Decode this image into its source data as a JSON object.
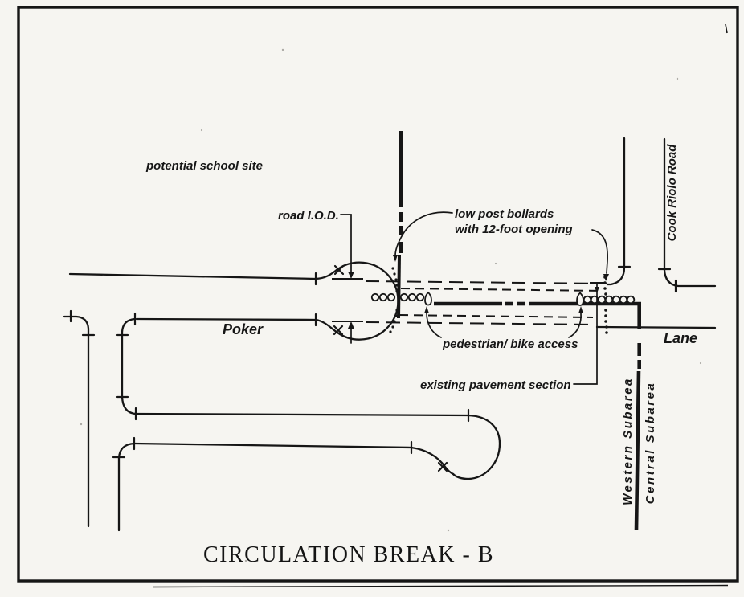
{
  "figure": {
    "title": "CIRCULATION BREAK - B",
    "labels": {
      "potential_school_site": "potential school site",
      "road_iod": "road I.O.D.",
      "low_post_bollards_line1": "low post bollards",
      "low_post_bollards_line2": "with 12-foot opening",
      "pedestrian_bike_access": "pedestrian/ bike access",
      "existing_pavement_section": "existing pavement section",
      "poker": "Poker",
      "lane": "Lane",
      "cook_riolo_road": "Cook Riolo Road",
      "western_subarea": "Western Subarea",
      "central_subarea": "Central Subarea"
    },
    "colors": {
      "ink": "#161616",
      "paper": "#f6f5f1"
    }
  }
}
